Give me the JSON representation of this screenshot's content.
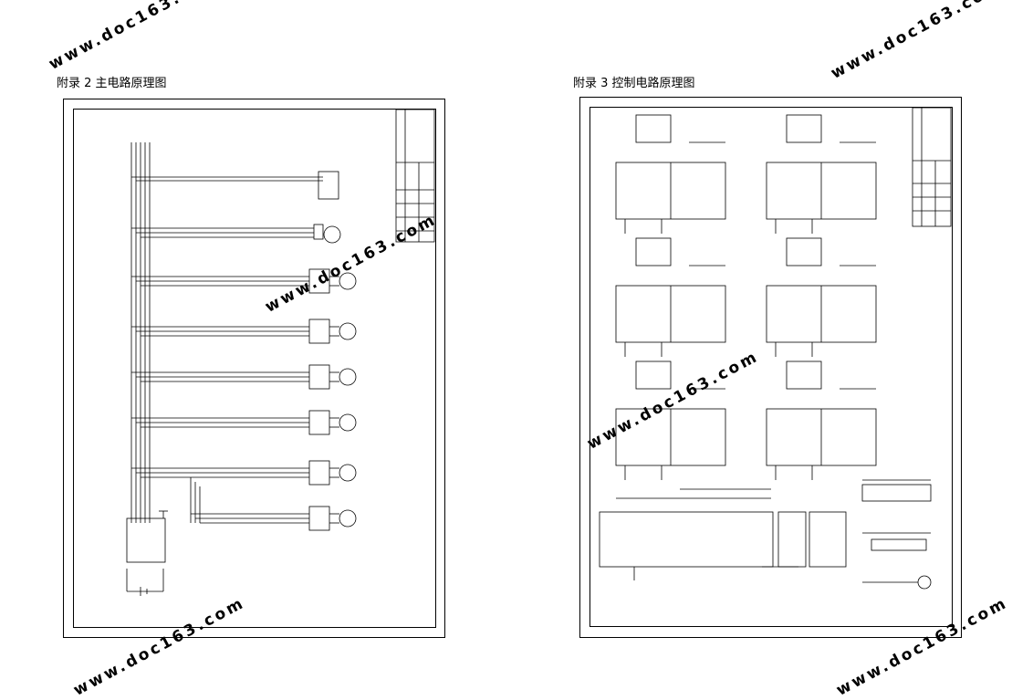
{
  "captions": {
    "left": "附录 2 主电路原理图",
    "right": "附录 3 控制电路原理图"
  },
  "watermark": "www.doc163.com",
  "colors": {
    "ink": "#000000",
    "paper": "#ffffff"
  }
}
